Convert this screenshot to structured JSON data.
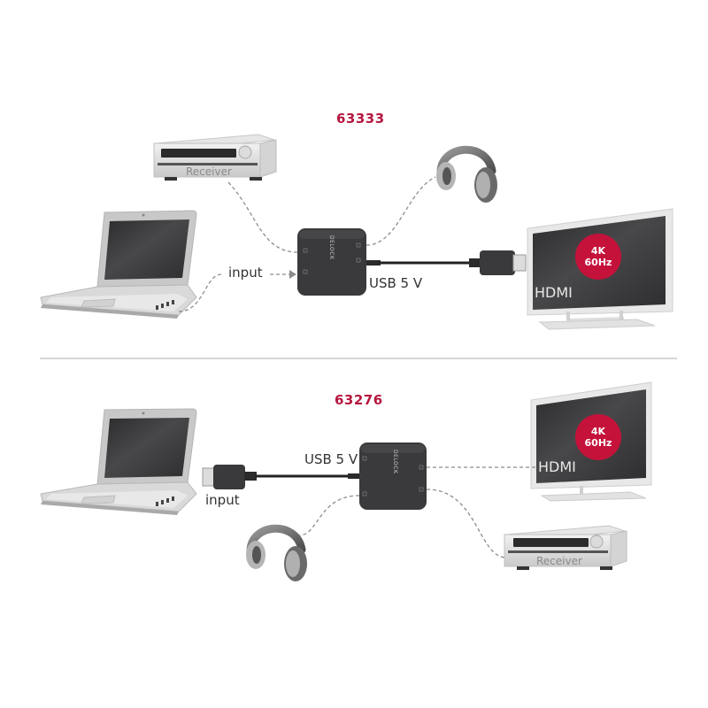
{
  "diagram": {
    "top": {
      "model": "63333",
      "source_label": "input",
      "power_label": "USB 5 V",
      "receiver_label": "Receiver",
      "tv_label": "HDMI",
      "badge_line1": "4K",
      "badge_line2": "60Hz",
      "adapter_brand": "DELOCK"
    },
    "bottom": {
      "model": "63276",
      "source_label": "input",
      "power_label": "USB 5 V",
      "receiver_label": "Receiver",
      "tv_label": "HDMI",
      "badge_line1": "4K",
      "badge_line2": "60Hz",
      "adapter_brand": "DELOCK"
    },
    "colors": {
      "model_text": "#b5173f",
      "badge": "#c4123a",
      "adapter": "#3a3a3c",
      "screen": "#3b3b3d",
      "dashed_line": "#8c8c8c"
    },
    "icons": [
      "laptop-icon",
      "receiver-icon",
      "headphones-icon",
      "tv-icon",
      "adapter-icon",
      "hdmi-plug-icon",
      "usb-plug-icon"
    ]
  }
}
